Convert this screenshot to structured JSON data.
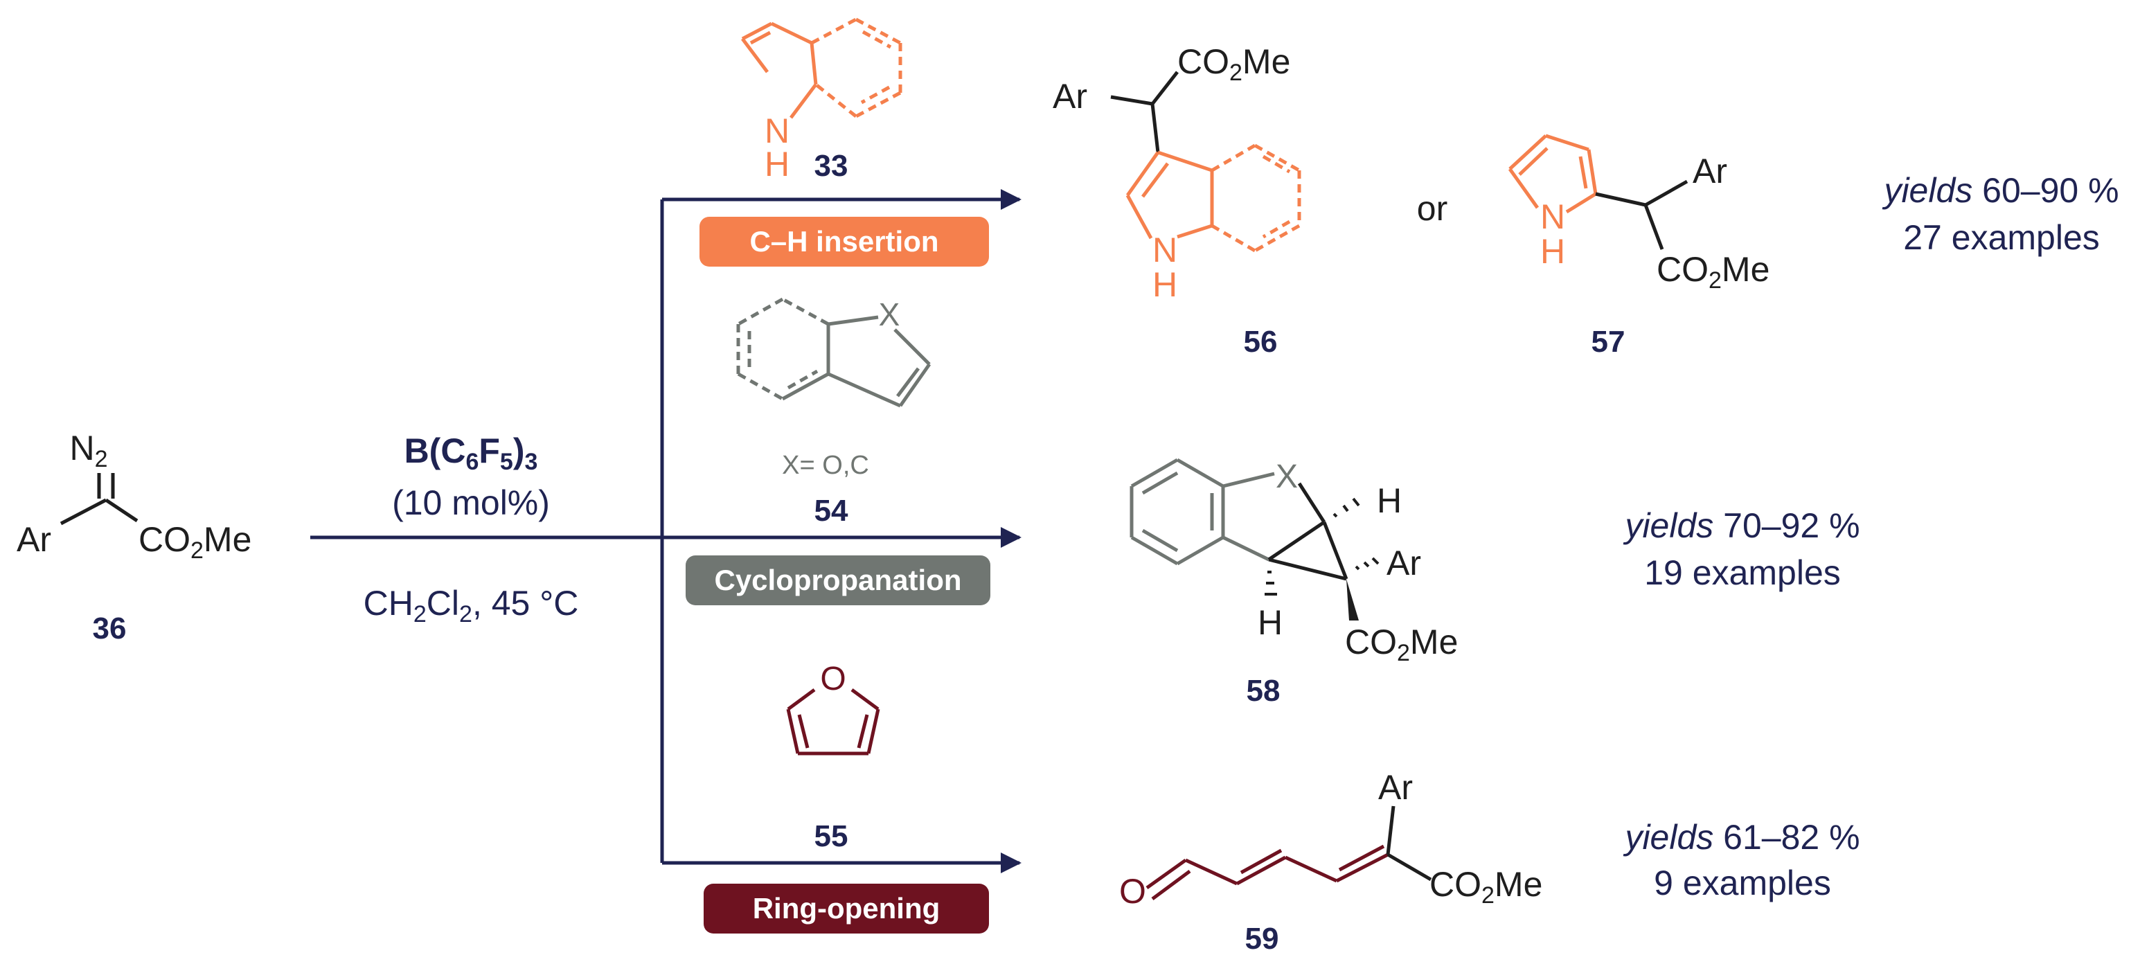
{
  "colors": {
    "navy": "#1f2352",
    "orange": "#f5804d",
    "gray": "#707672",
    "dark_red": "#6e1220",
    "black": "#1e1e1e",
    "white": "#ffffff"
  },
  "starting_material": {
    "diazo_label": "N",
    "diazo_sub": "2",
    "ar": "Ar",
    "ester_pre": "CO",
    "ester_sub": "2",
    "ester_post": "Me",
    "number": "36"
  },
  "conditions": {
    "catalyst_pre": "B(C",
    "catalyst_sub1": "6",
    "catalyst_mid": "F",
    "catalyst_sub2": "5",
    "catalyst_post": ")",
    "catalyst_sub3": "3",
    "loading": "(10 mol%)",
    "solvent_pre": "CH",
    "solvent_sub1": "2",
    "solvent_mid": "Cl",
    "solvent_sub2": "2",
    "solvent_post": ", 45 °C"
  },
  "pathways": [
    {
      "label": "C–H insertion",
      "color": "#f5804d",
      "substrate_number": "33",
      "substrate_nh": "H",
      "substrate_nh_n": "N"
    },
    {
      "label": "Cyclopropanation",
      "color": "#707672",
      "substrate_number": "54",
      "substrate_x": "X",
      "substrate_note": "X= O,C"
    },
    {
      "label": "Ring-opening",
      "color": "#6e1220",
      "substrate_number": "55",
      "substrate_o": "O"
    }
  ],
  "products": {
    "p56": {
      "number": "56",
      "ar": "Ar",
      "ester_pre": "CO",
      "ester_sub": "2",
      "ester_post": "Me",
      "n": "N",
      "h": "H"
    },
    "or_text": "or",
    "p57": {
      "number": "57",
      "ar": "Ar",
      "ester_pre": "CO",
      "ester_sub": "2",
      "ester_post": "Me",
      "n": "N",
      "h": "H"
    },
    "p58": {
      "number": "58",
      "x": "X",
      "h_top": "H",
      "h_bottom": "H",
      "ar": "Ar",
      "ester_pre": "CO",
      "ester_sub": "2",
      "ester_post": "Me"
    },
    "p59": {
      "number": "59",
      "o": "O",
      "ar": "Ar",
      "ester_pre": "CO",
      "ester_sub": "2",
      "ester_post": "Me"
    }
  },
  "yields": [
    {
      "italic": "yields",
      "range": " 60–90 %",
      "examples": "27 examples"
    },
    {
      "italic": "yields",
      "range": " 70–92 %",
      "examples": "19 examples"
    },
    {
      "italic": "yields",
      "range": " 61–82 %",
      "examples": "9 examples"
    }
  ]
}
